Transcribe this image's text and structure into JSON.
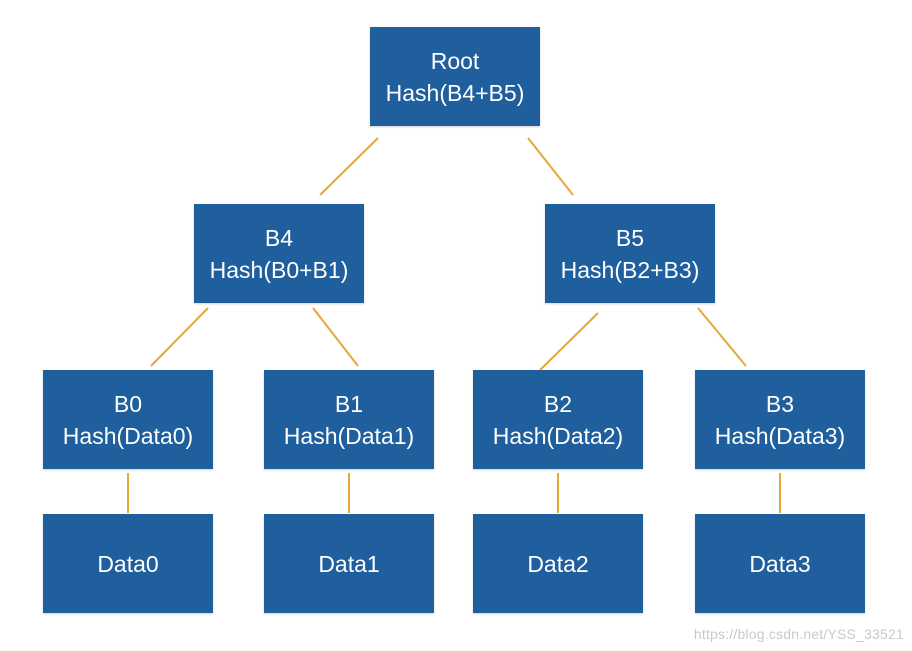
{
  "edge_color": "#e7a637",
  "node_color": "#1f5f9d",
  "nodes": {
    "root": {
      "name": "Root",
      "hash": "Hash(B4+B5)"
    },
    "b4": {
      "name": "B4",
      "hash": "Hash(B0+B1)"
    },
    "b5": {
      "name": "B5",
      "hash": "Hash(B2+B3)"
    },
    "b0": {
      "name": "B0",
      "hash": "Hash(Data0)"
    },
    "b1": {
      "name": "B1",
      "hash": "Hash(Data1)"
    },
    "b2": {
      "name": "B2",
      "hash": "Hash(Data2)"
    },
    "b3": {
      "name": "B3",
      "hash": "Hash(Data3)"
    },
    "data0": {
      "label": "Data0"
    },
    "data1": {
      "label": "Data1"
    },
    "data2": {
      "label": "Data2"
    },
    "data3": {
      "label": "Data3"
    }
  },
  "edges": [
    [
      "root",
      "b4"
    ],
    [
      "root",
      "b5"
    ],
    [
      "b4",
      "b0"
    ],
    [
      "b4",
      "b1"
    ],
    [
      "b5",
      "b2"
    ],
    [
      "b5",
      "b3"
    ],
    [
      "b0",
      "data0"
    ],
    [
      "b1",
      "data1"
    ],
    [
      "b2",
      "data2"
    ],
    [
      "b3",
      "data3"
    ]
  ],
  "watermark": "https://blog.csdn.net/YSS_33521"
}
